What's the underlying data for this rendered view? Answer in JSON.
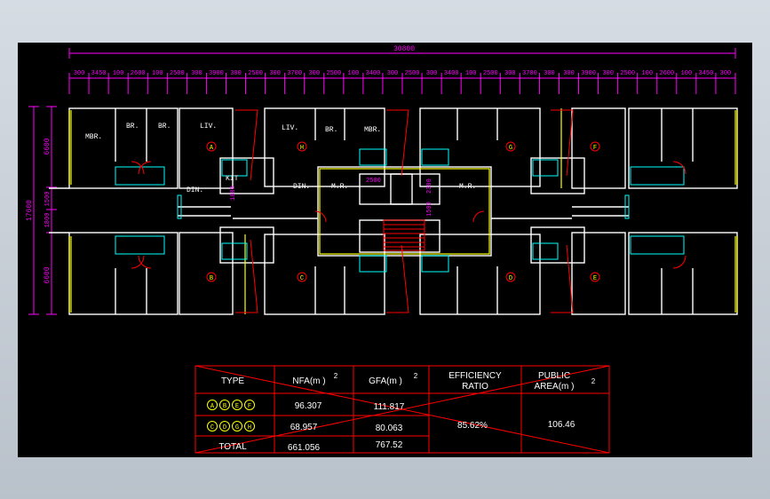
{
  "plan": {
    "overall_dimension": "30800",
    "top_dimensions": [
      "300",
      "3450",
      "100",
      "2600",
      "100",
      "2500",
      "300",
      "3900",
      "300",
      "2500",
      "300",
      "3700",
      "300",
      "2500",
      "100",
      "3400",
      "300",
      "2500",
      "300",
      "3400",
      "100",
      "2500",
      "300",
      "3700",
      "300",
      "300",
      "3900",
      "300",
      "2500",
      "100",
      "2600",
      "100",
      "3450",
      "300"
    ],
    "left_dimensions": [
      "6600",
      "17600",
      "1800",
      "1500",
      "6600"
    ],
    "room_labels": {
      "mbr": "MBR.",
      "br": "BR.",
      "liv": "LIV.",
      "din": "DIN.",
      "kit": "KIT",
      "mr": "M.R."
    },
    "core_dims": [
      "2500",
      "2300",
      "1500",
      "1800"
    ],
    "unit_marks": [
      "A",
      "B",
      "C",
      "D",
      "E",
      "F",
      "G",
      "H"
    ]
  },
  "table": {
    "headers": {
      "type": "TYPE",
      "nfa": "NFA(m )",
      "nfa_sup": "2",
      "gfa": "GFA(m )",
      "gfa_sup": "2",
      "efficiency_line1": "EFFICIENCY",
      "efficiency_line2": "RATIO",
      "public_line1": "PUBLIC",
      "public_line2": "AREA(m )",
      "public_sup": "2"
    },
    "rows": [
      {
        "marks": [
          "A",
          "B",
          "E",
          "F"
        ],
        "nfa": "96.307",
        "gfa": "111.817"
      },
      {
        "marks": [
          "C",
          "D",
          "G",
          "H"
        ],
        "nfa": "68.957",
        "gfa": "80.063"
      }
    ],
    "total": {
      "label": "TOTAL",
      "nfa": "661.056",
      "gfa": "767.52"
    },
    "efficiency": "85.62%",
    "public_area": "106.46"
  },
  "colors": {
    "wall": "#ffffff",
    "window": "#ffff00",
    "fixture": "#00ffff",
    "door": "#ff0000",
    "dimension": "#ff00ff",
    "table_line": "#ff0000",
    "text": "#ffffff"
  }
}
